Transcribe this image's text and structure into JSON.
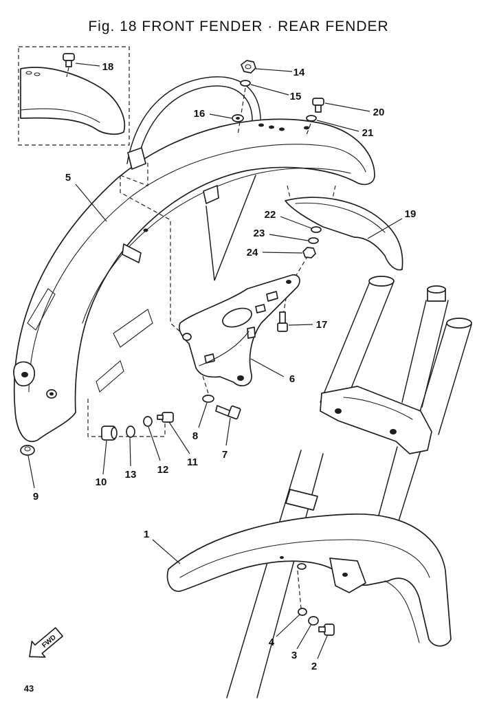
{
  "title": "Fig. 18 FRONT FENDER · REAR FENDER",
  "callouts": {
    "n1": "1",
    "n2": "2",
    "n3": "3",
    "n4": "4",
    "n5": "5",
    "n6": "6",
    "n7": "7",
    "n8": "8",
    "n9": "9",
    "n10": "10",
    "n11": "11",
    "n12": "12",
    "n13": "13",
    "n14": "14",
    "n15": "15",
    "n16": "16",
    "n17": "17",
    "n18": "18",
    "n19": "19",
    "n20": "20",
    "n21": "21",
    "n22": "22",
    "n23": "23",
    "n24": "24"
  },
  "fwd_label": "FWD",
  "page_number": "43",
  "colors": {
    "ink": "#1f1f1f",
    "paper": "#ffffff"
  }
}
